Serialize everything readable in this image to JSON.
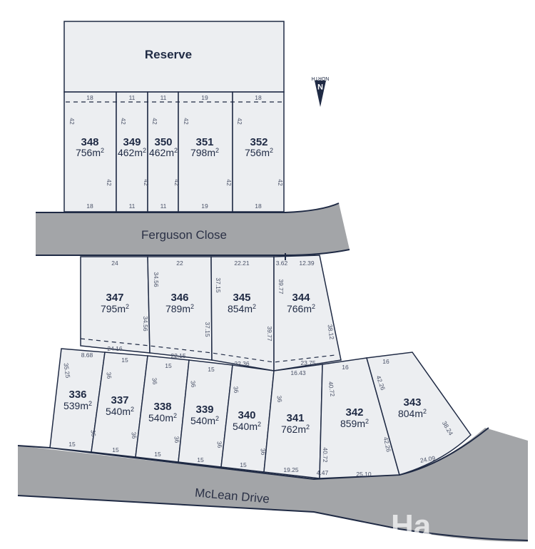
{
  "reserve": {
    "label": "Reserve"
  },
  "roads": {
    "ferguson": "Ferguson Close",
    "mclean": "McLean Drive"
  },
  "north": {
    "letter": "N",
    "label": "NORTH"
  },
  "watermark": {
    "text": "Ha"
  },
  "lots": [
    {
      "id": "348",
      "number": "348",
      "area": "756m²"
    },
    {
      "id": "349",
      "number": "349",
      "area": "462m²"
    },
    {
      "id": "350",
      "number": "350",
      "area": "462m²"
    },
    {
      "id": "351",
      "number": "351",
      "area": "798m²"
    },
    {
      "id": "352",
      "number": "352",
      "area": "756m²"
    },
    {
      "id": "347",
      "number": "347",
      "area": "795m²"
    },
    {
      "id": "346",
      "number": "346",
      "area": "789m²"
    },
    {
      "id": "345",
      "number": "345",
      "area": "854m²"
    },
    {
      "id": "344",
      "number": "344",
      "area": "766m²"
    },
    {
      "id": "336",
      "number": "336",
      "area": "539m²"
    },
    {
      "id": "337",
      "number": "337",
      "area": "540m²"
    },
    {
      "id": "338",
      "number": "338",
      "area": "540m²"
    },
    {
      "id": "339",
      "number": "339",
      "area": "540m²"
    },
    {
      "id": "340",
      "number": "340",
      "area": "540m²"
    },
    {
      "id": "341",
      "number": "341",
      "area": "762m²"
    },
    {
      "id": "342",
      "number": "342",
      "area": "859m²"
    },
    {
      "id": "343",
      "number": "343",
      "area": "804m²"
    }
  ],
  "dimensions": [
    "18",
    "11",
    "11",
    "19",
    "18",
    "42",
    "42",
    "42",
    "42",
    "42",
    "42",
    "42",
    "42",
    "42",
    "42",
    "18",
    "11",
    "11",
    "19",
    "18",
    "24",
    "22",
    "22.21",
    "3.62",
    "12.39",
    "34.56",
    "34.56",
    "37.15",
    "37.15",
    "39.77",
    "39.77",
    "38.12",
    "24.16",
    "22.15",
    "22.36",
    "23.75",
    "8.68",
    "15",
    "15",
    "15",
    "16.43",
    "16",
    "16",
    "35.25",
    "36",
    "36",
    "36",
    "36",
    "36",
    "40.72",
    "42.26",
    "36",
    "36",
    "36",
    "36",
    "36",
    "40.72",
    "42.26",
    "38.24",
    "15",
    "15",
    "15",
    "15",
    "15",
    "19.25",
    "4.47",
    "25.10",
    "24.09"
  ]
}
